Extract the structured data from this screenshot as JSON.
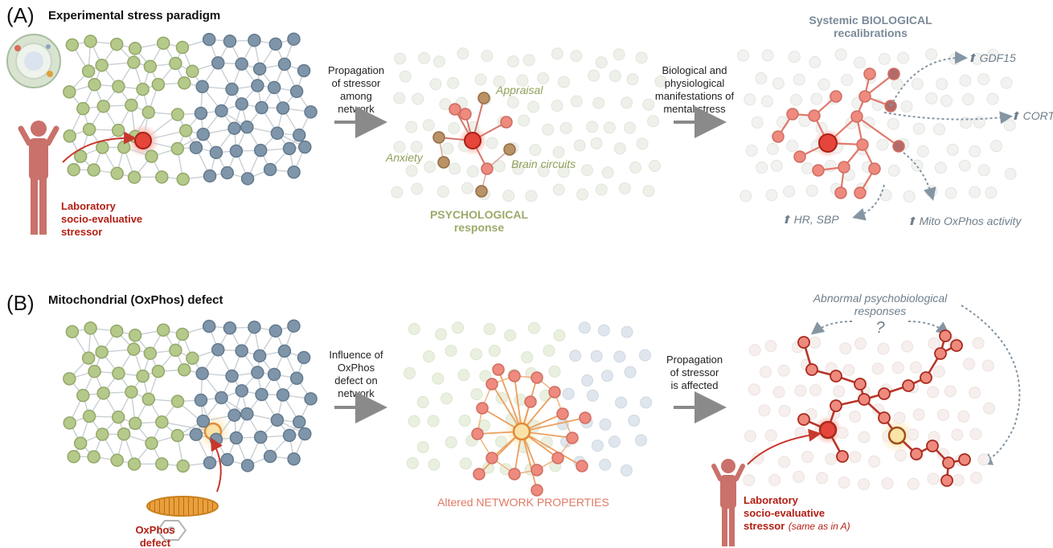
{
  "panel_a": {
    "letter": "(A)",
    "title": "Experimental stress paradigm",
    "stressor_line1": "Laboratory",
    "stressor_line2": "socio-evaluative",
    "stressor_line3": "stressor",
    "arrow1_line1": "Propagation",
    "arrow1_line2": "of stressor",
    "arrow1_line3": "among",
    "arrow1_line4": "network",
    "appraisal": "Appraisal",
    "anxiety": "Anxiety",
    "brain_circuits": "Brain circuits",
    "psych_line1": "PSYCHOLOGICAL",
    "psych_line2": "response",
    "arrow2_line1": "Biological and",
    "arrow2_line2": "physiological",
    "arrow2_line3": "manifestations of",
    "arrow2_line4": "mental stress",
    "systemic_line1": "Systemic BIOLOGICAL",
    "systemic_line2": "recalibrations",
    "gdf15": "GDF15",
    "cort": "CORT",
    "hr_sbp": "HR, SBP",
    "mito": "Mito OxPhos activity"
  },
  "panel_b": {
    "letter": "(B)",
    "title": "Mitochondrial (OxPhos) defect",
    "defect_line1": "OxPhos",
    "defect_line2": "defect",
    "arrow1_line1": "Influence of",
    "arrow1_line2": "OxPhos",
    "arrow1_line3": "defect on",
    "arrow1_line4": "network",
    "altered": "Altered NETWORK PROPERTIES",
    "arrow2_line1": "Propagation",
    "arrow2_line2": "of stressor",
    "arrow2_line3": "is affected",
    "abnormal_line1": "Abnormal psychobiological",
    "abnormal_line2": "responses",
    "question": "?",
    "stressor_line1": "Laboratory",
    "stressor_line2": "socio-evaluative",
    "stressor_line3": "stressor",
    "same_as": "(same as in A)"
  },
  "colors": {
    "green_node": "#b5c98a",
    "blue_node": "#7f96aa",
    "red_node": "#e5453a",
    "salmon_node": "#ee8a7e",
    "brown_node": "#b99266",
    "dark_red": "#b21e12",
    "oxphos_orange": "#e59a3a"
  }
}
